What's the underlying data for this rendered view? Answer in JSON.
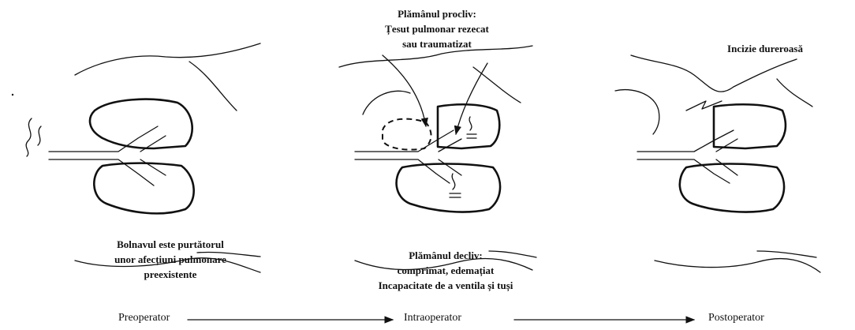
{
  "panels": {
    "pre": {
      "caption_lines": [
        "Bolnavul este purtătorul",
        "unor afecțiuni pulmonare",
        "preexistente"
      ]
    },
    "intra": {
      "top_lines": [
        "Plămânul procliv:",
        "Țesut pulmonar rezecat",
        "sau traumatizat"
      ],
      "bottom_lines": [
        "Plămânul decliv:",
        "comprimat, edemațiat",
        "Incapacitate de a ventila și tuși"
      ]
    },
    "post": {
      "top_label": "Incizie dureroasă"
    }
  },
  "timeline": {
    "stages": [
      "Preoperator",
      "Intraoperator",
      "Postoperator"
    ]
  }
}
